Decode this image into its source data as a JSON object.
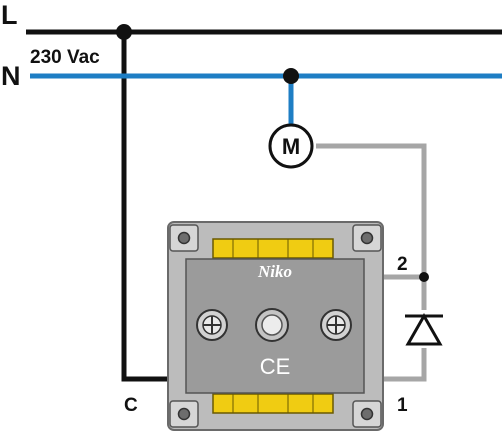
{
  "labels": {
    "live": "L",
    "neutral": "N",
    "voltage": "230 Vac",
    "motor": "M",
    "terminal_c": "C",
    "terminal_1": "1",
    "terminal_2": "2",
    "brand": "Niko",
    "ce_mark": "CE"
  },
  "colors": {
    "live_wire": "#111111",
    "neutral_wire": "#1e7ec4",
    "switched_wire": "#a6a6a6",
    "housing": "#bcbcbc",
    "faceplate": "#9b9b9b",
    "terminal_bar": "#f0cc12"
  },
  "icons": {
    "motor": "motor-circle-icon",
    "diode": "diode-icon",
    "screw": "screw-terminal-icon",
    "button": "push-button-icon"
  }
}
